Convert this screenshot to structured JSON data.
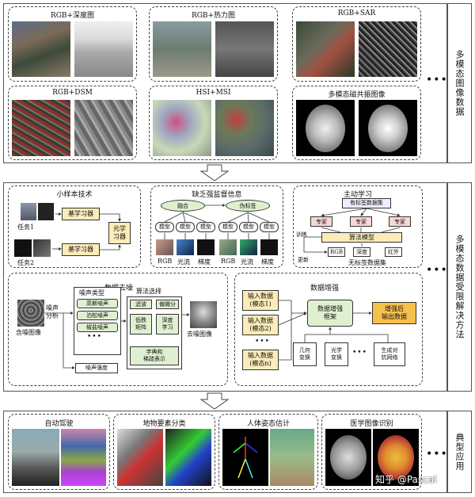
{
  "rows": {
    "top_label": "多模态图像数据",
    "mid_label": "多模态数据受限解决方法",
    "bot_label": "典型应用"
  },
  "top_panels": [
    {
      "title": "RGB+深度图"
    },
    {
      "title": "RGB+热力图"
    },
    {
      "title": "RGB+SAR"
    },
    {
      "title": "RGB+DSM"
    },
    {
      "title": "HSI+MSI"
    },
    {
      "title": "多模态磁共振图像"
    }
  ],
  "few_shot": {
    "title": "小样本技术",
    "task1": "任务1",
    "task2": "任务2",
    "base1": "基学习器",
    "base2": "基学习器",
    "meta": "元学\n习器"
  },
  "weak": {
    "title": "缺乏强监督信息",
    "fusion": "融合",
    "pseudo": "伪标签",
    "model": "模型",
    "inputs": [
      "RGB",
      "光流",
      "梯度",
      "RGB",
      "光流",
      "梯度"
    ]
  },
  "active": {
    "title": "主动学习",
    "labeled": "有标签数据集",
    "expert": "专家",
    "train": "训练",
    "algo": "算法模型",
    "update": "更新",
    "rgb": "RGB",
    "depth": "深度",
    "ir": "红外",
    "unlabeled": "无标签数据集"
  },
  "denoise": {
    "title": "数据去噪",
    "noise_type": "噪声类型",
    "gauss": "高斯噪声",
    "salt": "泊松噪声",
    "speckle": "椒盐噪声",
    "noise_analysis": "噪声\n分析",
    "noisy_image": "含噪图像",
    "noise_strength": "噪声强度",
    "algo_select": "算法选择",
    "filter": "滤波",
    "pde": "偏微分",
    "lowrank": "低秩\n矩阵",
    "deep": "深度\n学习",
    "dict": "字典和\n稀疏表示",
    "denoised": "去噪图像"
  },
  "augment": {
    "title": "数据增强",
    "input1": "输入数据\n(模态1)",
    "input2": "输入数据\n(模态2)",
    "inputn": "输入数据\n(模态n)",
    "framework": "数据增强\n框架",
    "output": "增强后\n输出数据",
    "geo": "几何\n变换",
    "optical": "光学\n变换",
    "gan": "生成对\n抗网络"
  },
  "apps": [
    {
      "title": "自动驾驶"
    },
    {
      "title": "地物要素分类"
    },
    {
      "title": "人体姿态估计"
    },
    {
      "title": "医学图像识别"
    }
  ],
  "watermark": "知乎 @Pascal",
  "ellipsis": "•••"
}
